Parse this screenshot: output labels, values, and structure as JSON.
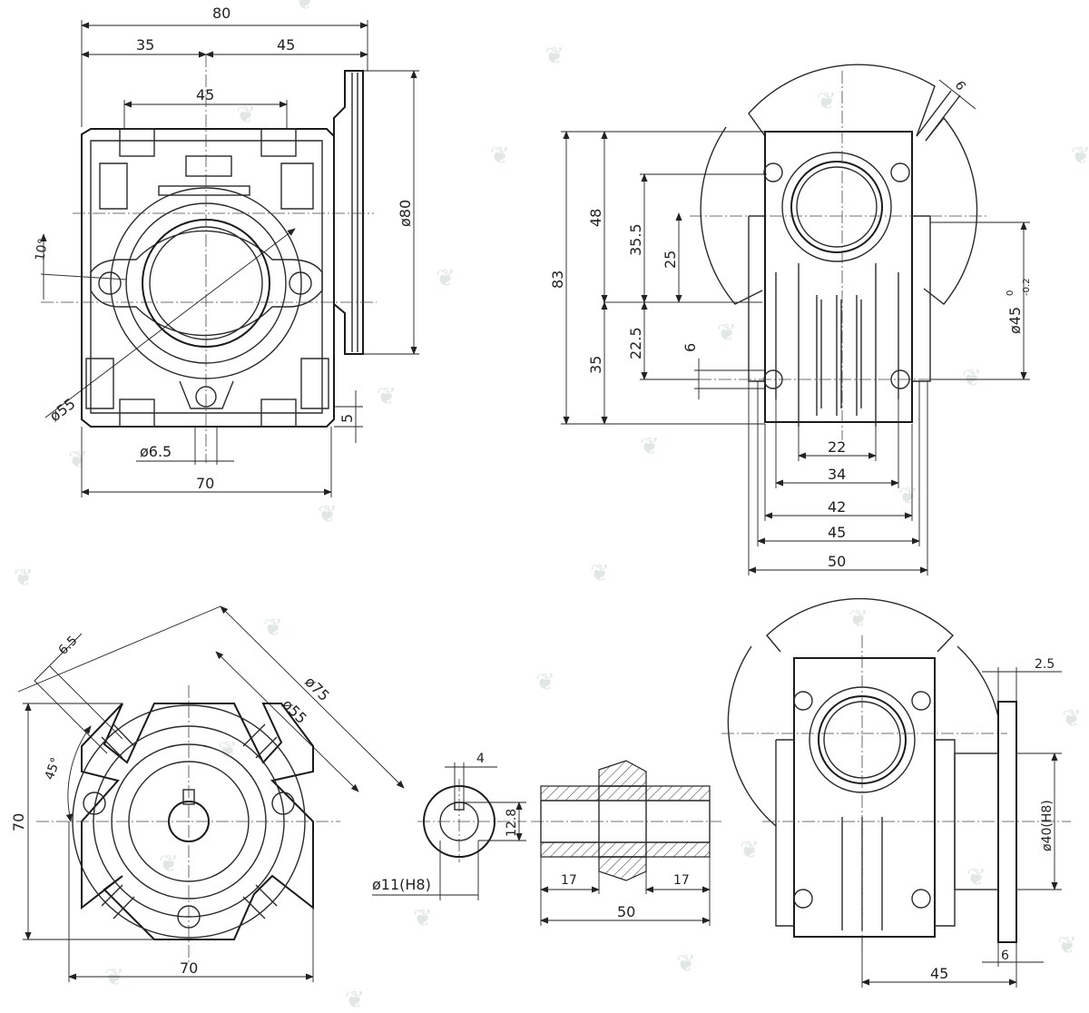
{
  "views": {
    "front": {
      "dims": {
        "overall_width": "80",
        "left_part": "35",
        "right_part": "45",
        "hole_spacing": "45",
        "flange_dia": "ø80",
        "angle": "10°",
        "bore_dia": "ø55",
        "base_height": "5",
        "hole_dia": "ø6.5",
        "base_width": "70"
      }
    },
    "side": {
      "dims": {
        "total_height": "83",
        "upper": "48",
        "h35_5": "35.5",
        "h25": "25",
        "h22_5": "22.5",
        "lower": "35",
        "slot": "6",
        "slot_width": "6",
        "bore": "ø45",
        "tol_upper": "0",
        "tol_lower": "-0.2",
        "w22": "22",
        "w34": "34",
        "w42": "42",
        "w45": "45",
        "w50": "50"
      }
    },
    "flange": {
      "dims": {
        "slot": "6.5",
        "d75": "ø75",
        "d55": "ø55",
        "angle": "45°",
        "height": "70",
        "width": "70"
      }
    },
    "shaft": {
      "dims": {
        "key": "4",
        "depth": "12.8",
        "bore": "ø11(H8)",
        "left": "17",
        "right": "17",
        "length": "50"
      }
    },
    "bottom_right": {
      "dims": {
        "flange_t": "2.5",
        "spigot": "ø40(H8)",
        "plate": "6",
        "offset": "45"
      }
    }
  }
}
